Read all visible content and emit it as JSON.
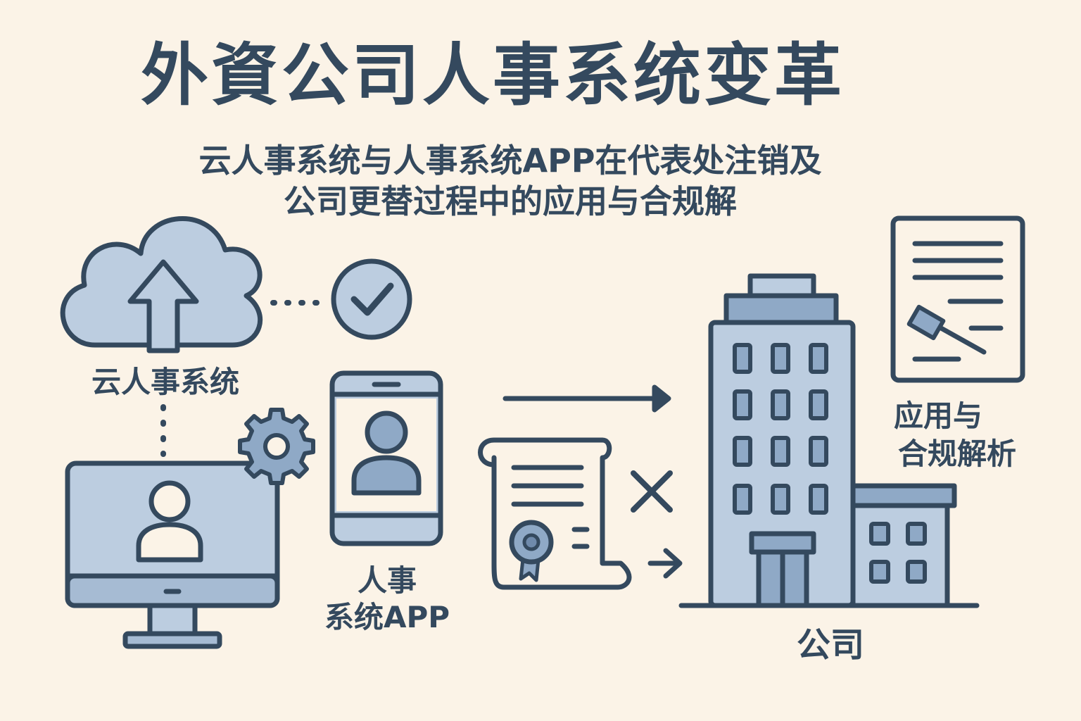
{
  "title": "外資公司人事系统变革",
  "subtitle_line1": "云人事系统与人事系统APP在代表处注销及",
  "subtitle_line2": "公司更替过程中的应用与合规解",
  "labels": {
    "cloud": "云人事系统",
    "app_line1": "人事",
    "app_line2": "系统APP",
    "compliance_line1": "应用与",
    "compliance_line2": "合规解析",
    "company": "公司"
  },
  "colors": {
    "background": "#fbf3e7",
    "stroke": "#34495e",
    "fill_light": "#bccde0",
    "fill_mid": "#8fa9c6"
  },
  "icons": [
    "cloud-upload-icon",
    "check-circle-icon",
    "desktop-user-icon",
    "gear-icon",
    "phone-user-icon",
    "certificate-scroll-icon",
    "cross-icon",
    "arrow-right-icon",
    "office-building-icon",
    "legal-document-gavel-icon"
  ]
}
